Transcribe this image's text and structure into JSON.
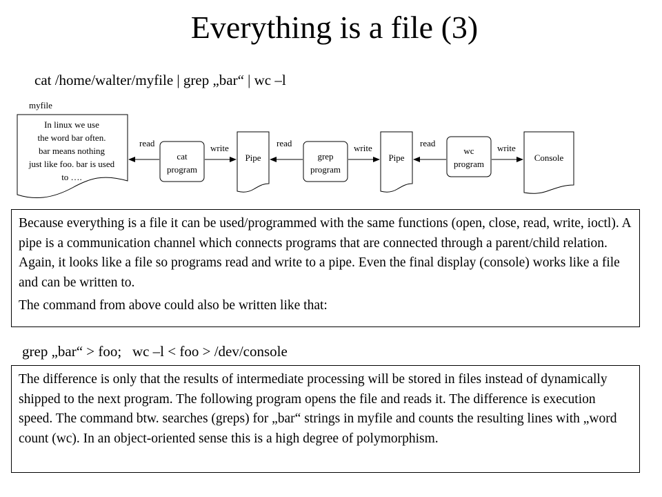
{
  "title": "Everything is a file (3)",
  "command_1": "cat /home/walter/myfile | grep „bar“ | wc –l",
  "diagram": {
    "file_label": "myfile",
    "file_lines": [
      "In linux we use",
      "the word bar often.",
      "bar means nothing",
      "just like foo. bar is used",
      "to …."
    ],
    "cat_program": [
      "cat",
      "program"
    ],
    "grep_program": [
      "grep",
      "program"
    ],
    "wc_program": [
      "wc",
      "program"
    ],
    "pipe_1": "Pipe",
    "pipe_2": "Pipe",
    "console": "Console",
    "read_1": "read",
    "write_1": "write",
    "read_2": "read",
    "write_2": "write",
    "read_3": "read",
    "write_3": "write"
  },
  "explanation": {
    "paragraph_1": "Because everything is a file it can be used/programmed with the same functions (open, close, read, write, ioctl). A pipe is a communication channel which connects programs that are connected through a parent/child relation. Again, it looks like a file so programs read and write to a pipe. Even the final display (console) works like a file and can be written to.",
    "paragraph_2": "The command from above could also be written like that:"
  },
  "command_2": "grep „bar“ > foo;   wc –l < foo > /dev/console",
  "difference": "The difference is only that the results of intermediate processing will be stored in files instead of dynamically shipped to the next program. The following program opens the file and reads it. The difference is execution speed. The command btw. searches (greps) for „bar“ strings in myfile and counts the resulting lines with „word count (wc). In an object-oriented sense this is a high degree of polymorphism."
}
